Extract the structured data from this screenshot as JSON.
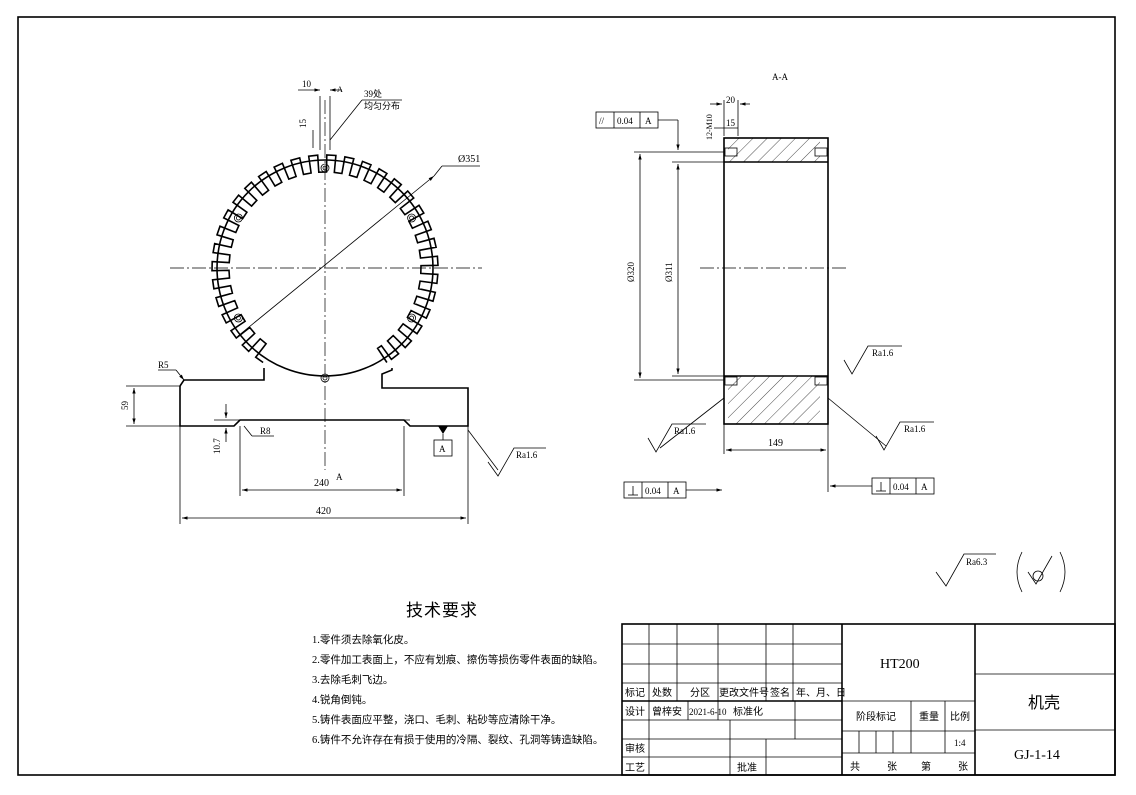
{
  "views": {
    "section_label": "A-A",
    "front": {
      "dim_slot_width": "10",
      "cut_mark_top": "A",
      "dim_slot_depth": "15",
      "note_count": "39处",
      "note_distribution": "均匀分布",
      "dim_outer_dia": "Ø351",
      "dim_radius_corner": "R5",
      "dim_base_height": "59",
      "dim_recess_depth": "10.7",
      "dim_radius_recess": "R8",
      "cut_mark_bottom": "A",
      "dim_recess_width": "240",
      "dim_total_width": "420",
      "datum": "A",
      "roughness_base": "Ra1.6"
    },
    "section": {
      "flatness_symbol": "//",
      "flatness_value": "0.04",
      "flatness_datum": "A",
      "dim_lip": "20",
      "dim_thread": "12-M10",
      "dim_inner_step": "15",
      "dim_dia_outer": "Ø320",
      "dim_dia_inner": "Ø311",
      "roughness_inner": "Ra1.6",
      "roughness_left": "Ra1.6",
      "roughness_right": "Ra1.6",
      "dim_length": "149",
      "perp_left_value": "0.04",
      "perp_left_datum": "A",
      "perp_right_value": "0.04",
      "perp_right_datum": "A"
    }
  },
  "general_roughness": {
    "value": "Ra6.3"
  },
  "tech_notes": {
    "title": "技术要求",
    "items": [
      "1.零件须去除氧化皮。",
      "2.零件加工表面上，不应有划痕、擦伤等损伤零件表面的缺陷。",
      "3.去除毛刺飞边。",
      "4.锐角倒钝。",
      "5.铸件表面应平整，浇口、毛刺、粘砂等应清除干净。",
      "6.铸件不允许存在有损于使用的冷隔、裂纹、孔洞等铸造缺陷。"
    ]
  },
  "title_block": {
    "headers": [
      "标记",
      "处数",
      "分区",
      "更改文件号",
      "签名",
      "年、月、日"
    ],
    "design_label": "设计",
    "designer": "曾梓安",
    "design_date": "2021-6-10",
    "standardize_label": "标准化",
    "review_label": "审核",
    "process_label": "工艺",
    "approve_label": "批准",
    "material": "HT200",
    "stage_label": "阶段标记",
    "weight_label": "重量",
    "scale_label": "比例",
    "scale": "1:4",
    "sheet_total_label": "共",
    "sheet_unit_label": "张",
    "sheet_no_label": "第",
    "sheet_unit_label2": "张",
    "part_name": "机壳",
    "drawing_number": "GJ-1-14"
  }
}
